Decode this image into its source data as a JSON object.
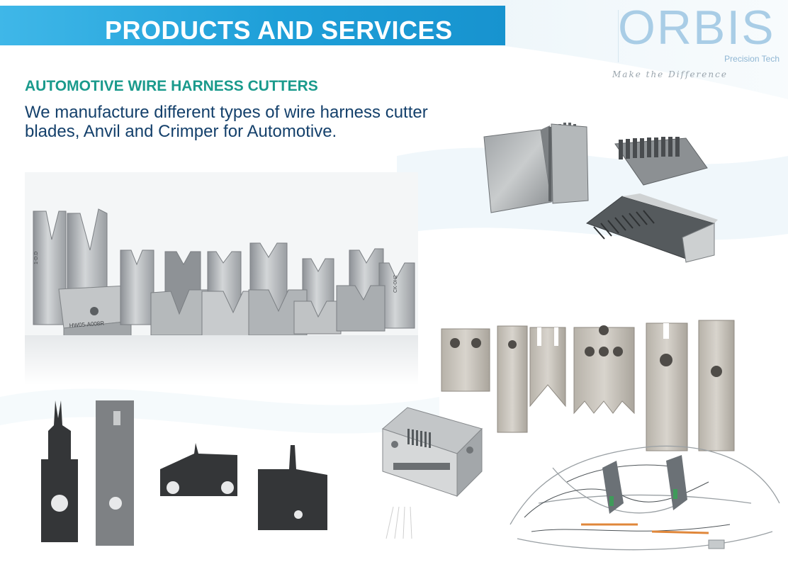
{
  "header": {
    "title": "PRODUCTS AND SERVICES"
  },
  "logo": {
    "name": "ORBIS",
    "subtitle": "Precision Tech",
    "tagline": "Make the Difference"
  },
  "section": {
    "heading": "AUTOMOTIVE WIRE HARNESS CUTTERS",
    "description": "We manufacture different types of wire harness cutter blades, Anvil and Crimper for Automotive."
  },
  "photo_labels": {
    "blade_stamp_1": "1-D.D",
    "block_stamp": "HW05-A008R",
    "blade_stamp_2": "CK-0H2"
  },
  "colors": {
    "title_bar": "#1e9fd8",
    "heading": "#1a9a8c",
    "body_text": "#14406b",
    "steel": "#a7abae",
    "dark_blade": "#333537"
  }
}
